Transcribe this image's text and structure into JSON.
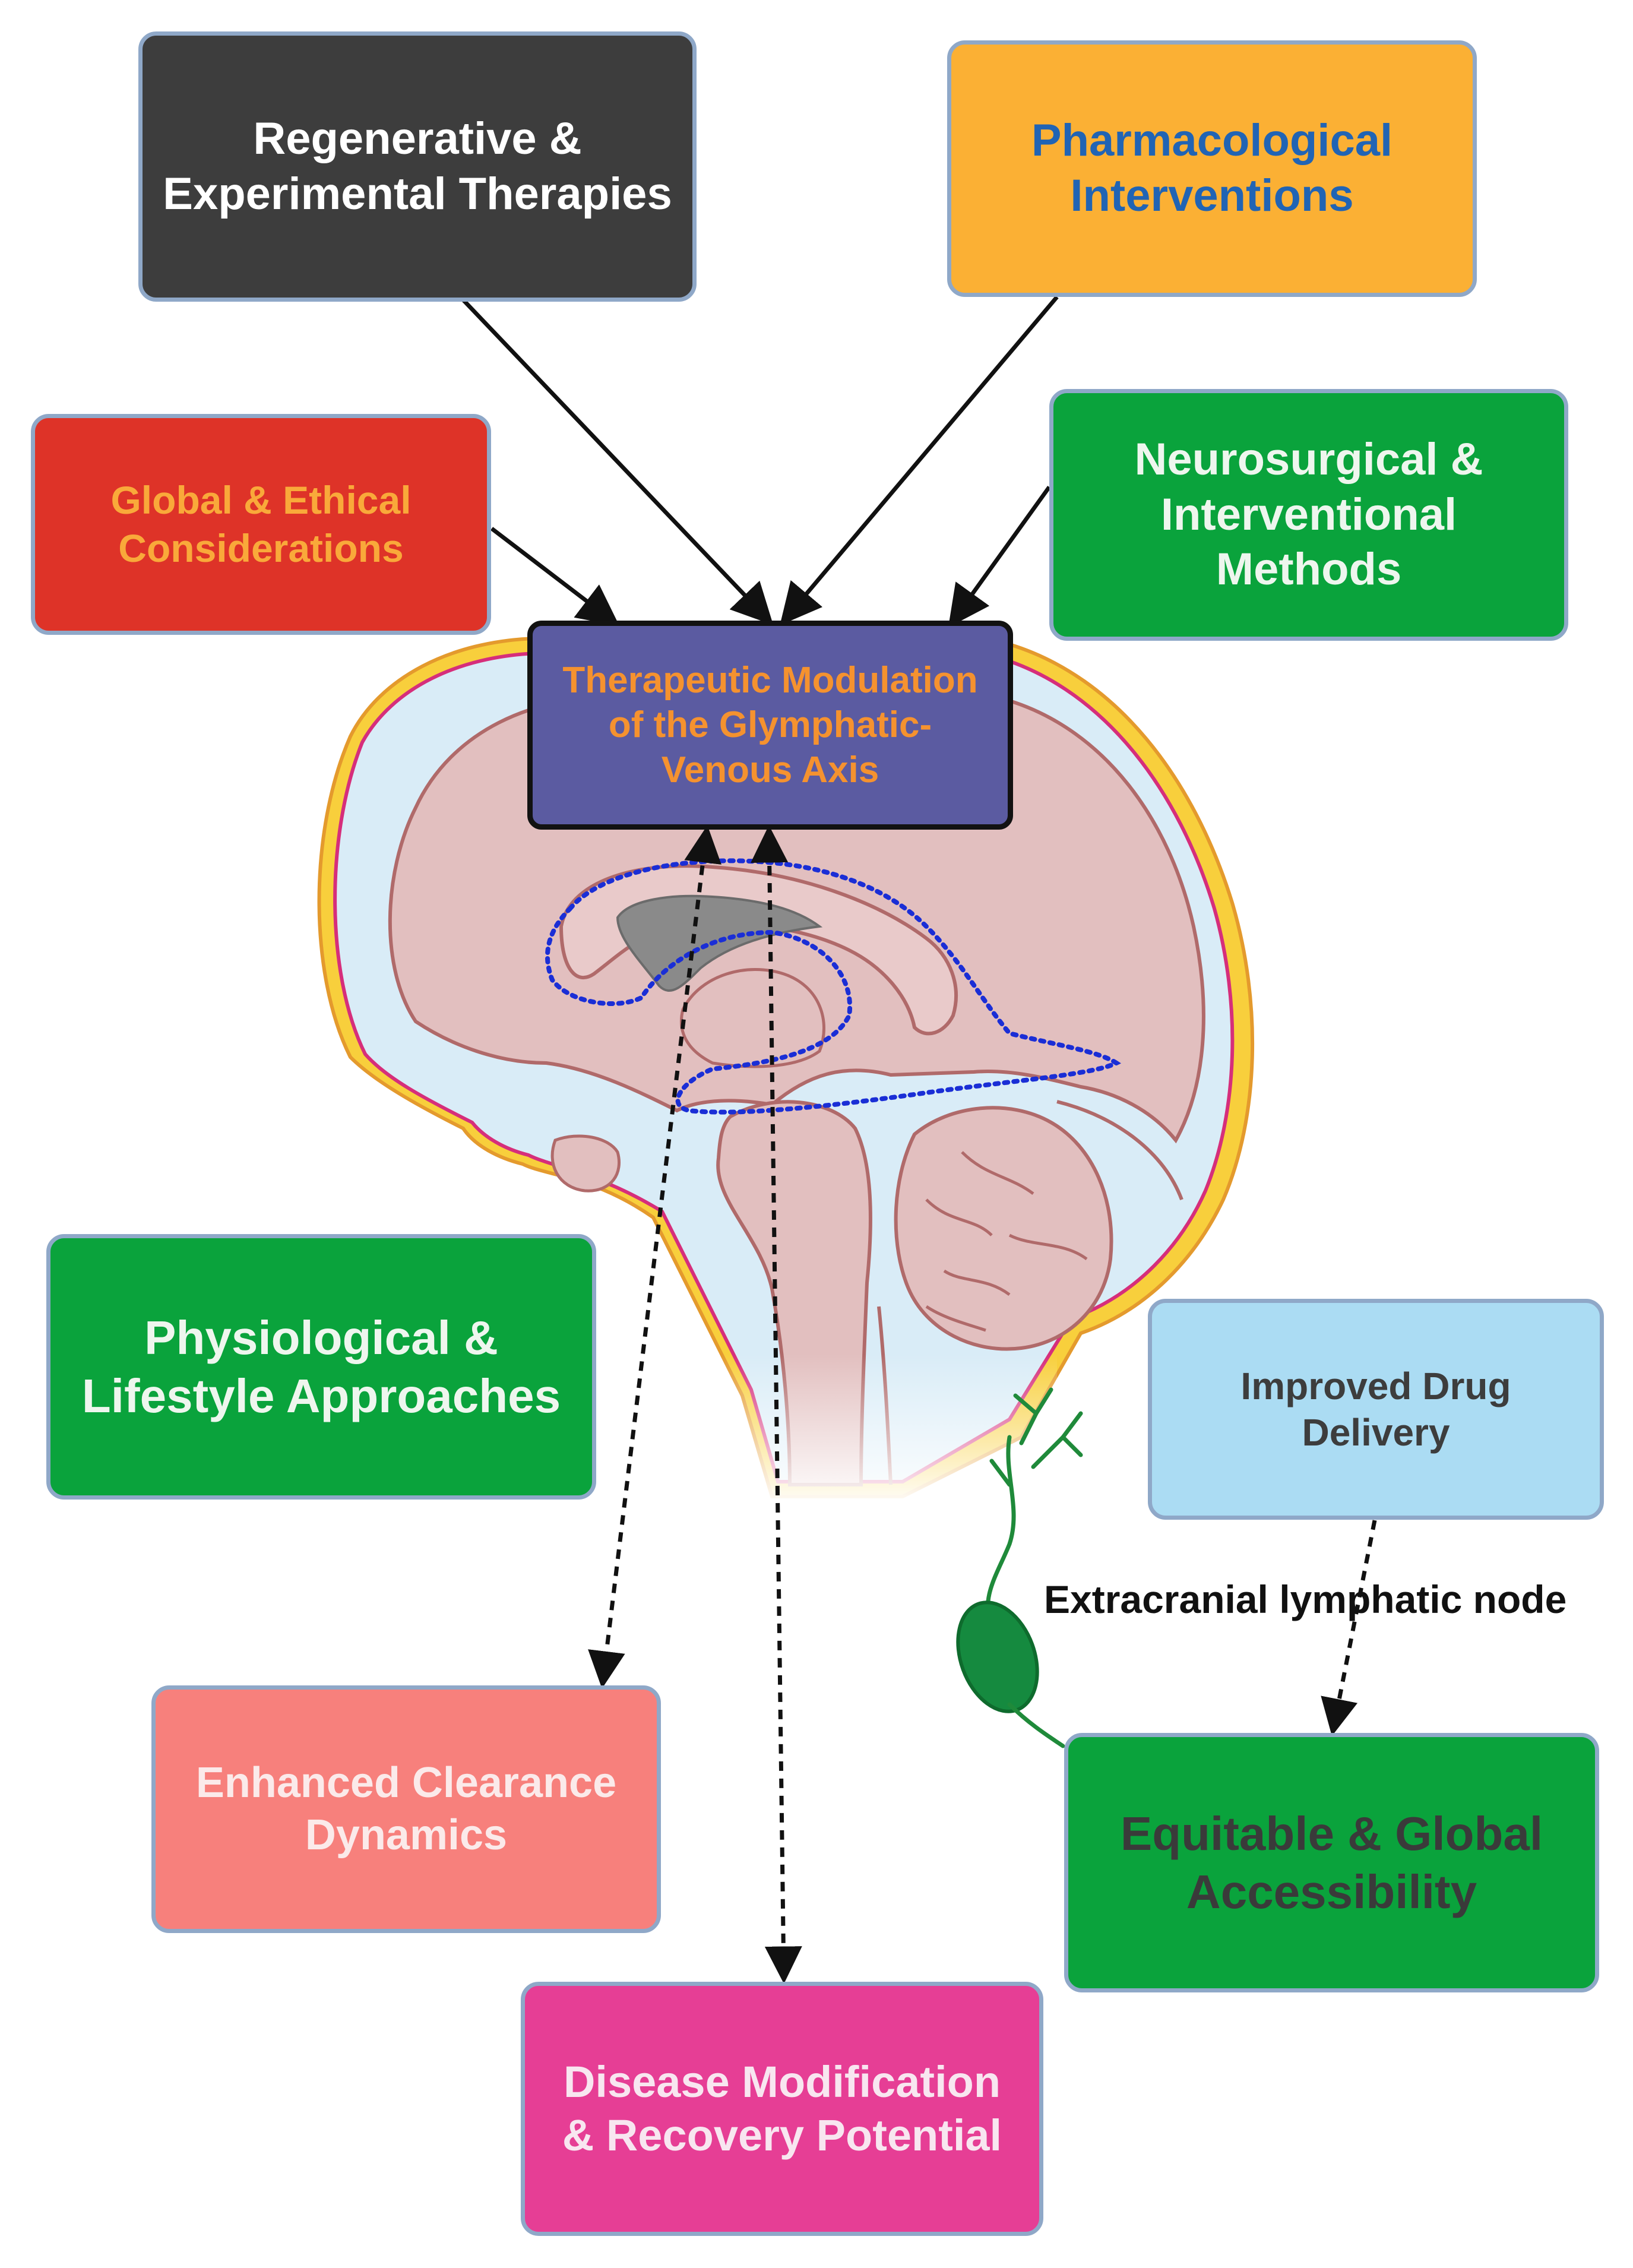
{
  "nodes": {
    "regenerative": "Regenerative & Experimental Therapies",
    "pharmacological": "Pharmacological Interventions",
    "global_ethical": "Global & Ethical Considerations",
    "neurosurgical": "Neurosurgical & Interventional Methods",
    "central": "Therapeutic Modulation of the Glymphatic-Venous Axis",
    "physiological": "Physiological & Lifestyle Approaches",
    "drug_delivery": "Improved Drug Delivery",
    "clearance": "Enhanced Clearance Dynamics",
    "equitable": "Equitable & Global Accessibility",
    "disease": "Disease Modification & Recovery Potential"
  },
  "labels": {
    "lymph_node": "Extracranial lymphatic node"
  },
  "colors": {
    "dark_box": "#3d3d3d",
    "orange_box": "#fbb034",
    "red_box": "#de3328",
    "green_box": "#0aa33c",
    "central_box": "#5b5ba1",
    "light_blue_box": "#abdcf3",
    "salmon_box": "#f7807c",
    "pink_box": "#e63e95",
    "brain_tissue": "#e2bfbf",
    "csf_space": "#d9ecf7",
    "glymphatic_path": "#1a2ed6",
    "lymph_node": "#158a3f"
  }
}
